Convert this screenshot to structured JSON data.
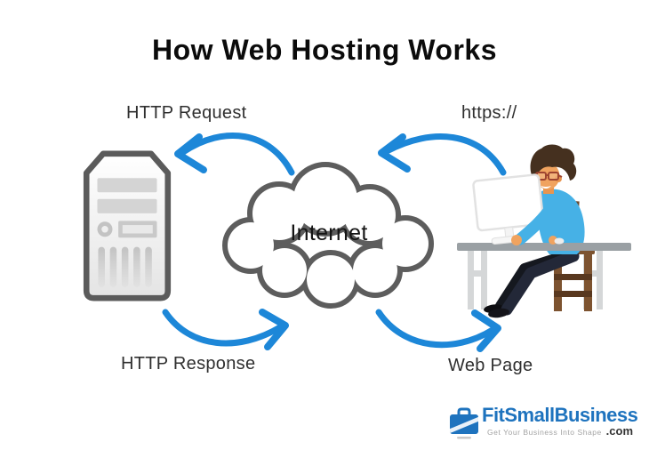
{
  "title": "How Web Hosting Works",
  "flow_labels": {
    "http_request": "HTTP Request",
    "https_url": "https://",
    "http_response": "HTTP Response",
    "web_page": "Web Page"
  },
  "cloud": {
    "label": "Internet"
  },
  "nodes": {
    "server_icon": "server-tower-icon",
    "internet_icon": "cloud-icon",
    "client_icon": "person-at-desk-icon"
  },
  "logo": {
    "brand": "FitSmallBusiness",
    "suffix": ".com",
    "tagline": "Get Your Business Into Shape",
    "icon": "briefcase-icon"
  },
  "colors": {
    "arrow_blue": "#1d87d8",
    "brand_blue": "#1e73be",
    "outline_gray": "#5c5c5c",
    "title_black": "#0b0b0b"
  }
}
